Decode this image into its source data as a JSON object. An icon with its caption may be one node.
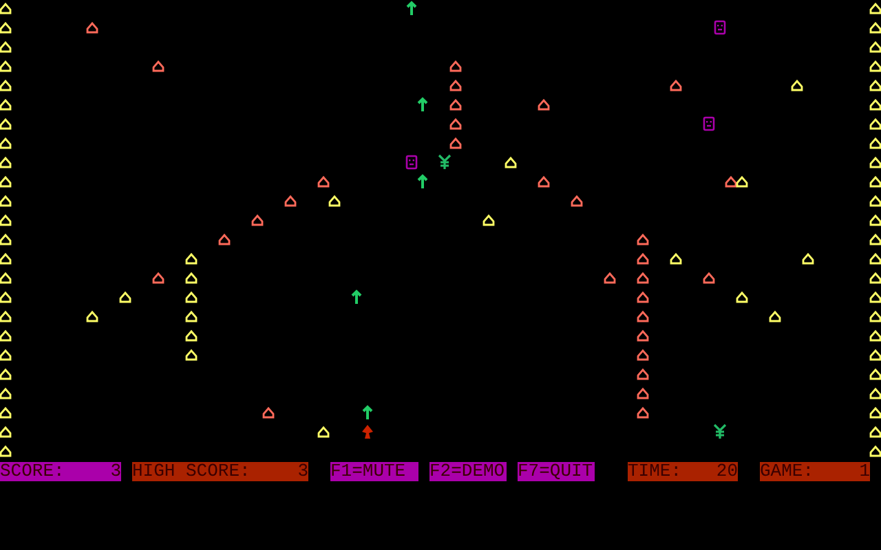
{
  "diagram": {
    "nodes": [
      {
        "text": [
          "SCORE:",
          "3"
        ]
      },
      {
        "text": [
          "HIGH SCORE:",
          "3"
        ]
      },
      {
        "text": [
          "F1=MUTE"
        ]
      },
      {
        "text": [
          "F2=DEMO"
        ]
      },
      {
        "text": [
          "F7=QUIT"
        ]
      },
      {
        "text": [
          "TIME:",
          "20"
        ]
      },
      {
        "text": [
          "GAME:",
          "1"
        ]
      }
    ]
  }
}
